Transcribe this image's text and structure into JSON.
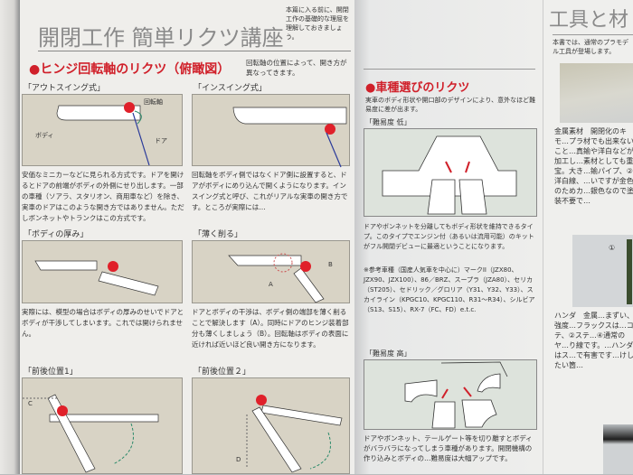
{
  "left_page": {
    "title": "開閉工作 簡単リクツ講座",
    "intro": "本篇に入る前に、開閉工作の基礎的な理屈を理解しておきましょう。",
    "section_title": "●ヒンジ回転軸のリクツ（俯瞰図）",
    "section_note": "回転軸の位置によって、開き方が異なってきます。",
    "panels": [
      {
        "caption": "「アウトスイング式」",
        "labels": [
          "回転軸",
          "ボディ",
          "ドア"
        ],
        "text": "安価なミニカーなどに見られる方式です。ドアを開けるとドアの前端がボディの外側にせり出します。一部の車種（ソアラ、スタリオン、商用車など）を除き、実車のドアはこのような開き方ではありません。ただしボンネットやトランクはこの方式です。"
      },
      {
        "caption": "「インスイング式」",
        "labels": [],
        "text": "回転軸をボディ側ではなくドア側に設置すると、ドアがボディにめり込んで開くようになります。インスイング式と呼び、これがリアルな実車の開き方です。ところが実際には…"
      },
      {
        "caption": "「ボディの厚み」",
        "labels": [],
        "text": "実際には、模型の場合はボディの厚みのせいでドアとボディが干渉してしまいます。これでは開けられません。"
      },
      {
        "caption": "「薄く削る」",
        "labels": [
          "A",
          "B"
        ],
        "text": "ドアとボディの干渉は、ボディ側の端部を薄く削ることで解決します（A）。同時にドアのヒンジ装着部分も薄くしましょう（B）。回転軸はボディの表面に近ければ近いほど良い開き方になります。"
      },
      {
        "caption": "「前後位置1」",
        "labels": [
          "C"
        ],
        "text": ""
      },
      {
        "caption": "「前後位置２」",
        "labels": [
          "D"
        ],
        "text": ""
      }
    ]
  },
  "right_page": {
    "section_title": "●車種選びのリクツ",
    "intro": "実車のボディ形状や開口部のデザインにより、意外なほど難易度に差が出ます。",
    "low": {
      "caption": "「難易度 低」",
      "text": "ドアやボンネットを分離してもボディ形状を維持できるタイプ。このタイプでエンジン付（あるいは流用可能）のキットがフル開閉デビューに最適ということになります。",
      "examples": "※参考車種（国産人気車を中心に）マークII（JZX80、JZX90、JZX100）、86／BRZ、スープラ（JZA80）、セリカ（ST205）、セドリック／グロリア（Y31、Y32、Y33）、スカイライン（KPGC10、KPGC110、R31～R34）、シルビア（S13、S15）、RX-7（FC、FD）e.t.c."
    },
    "high": {
      "caption": "「難易度 高」",
      "text": "ドアやボンネット、テールゲート等を切り離すとボディがバラバラになってしまう車種があります。開閉機構の作り込みとボディの…難易度は大幅アップです。"
    }
  },
  "far_page": {
    "title": "工具と材",
    "intro": "本書では、通常のプラモデル工具が登場します。",
    "material_text": "金属素材　開閉化のキモ…プラ材でも出来ないこと…真鍮や洋白などが加工し…素材としても重宝。大き…鍮パイプ、②洋白線、…いですが金色のためカ…銀色なので塗装不要で…",
    "photo_marker": "①",
    "solder_text": "ハンダ　金属…まずい、強度…フラックスは…コテ、②ステ…④通常のヤ…り線です。…ハンダはス…で有害です…けしたい箇…"
  },
  "colors": {
    "accent": "#d0202a",
    "diagram_bg": "#d8d3c5",
    "diagram_bg2": "#dde3dc"
  }
}
